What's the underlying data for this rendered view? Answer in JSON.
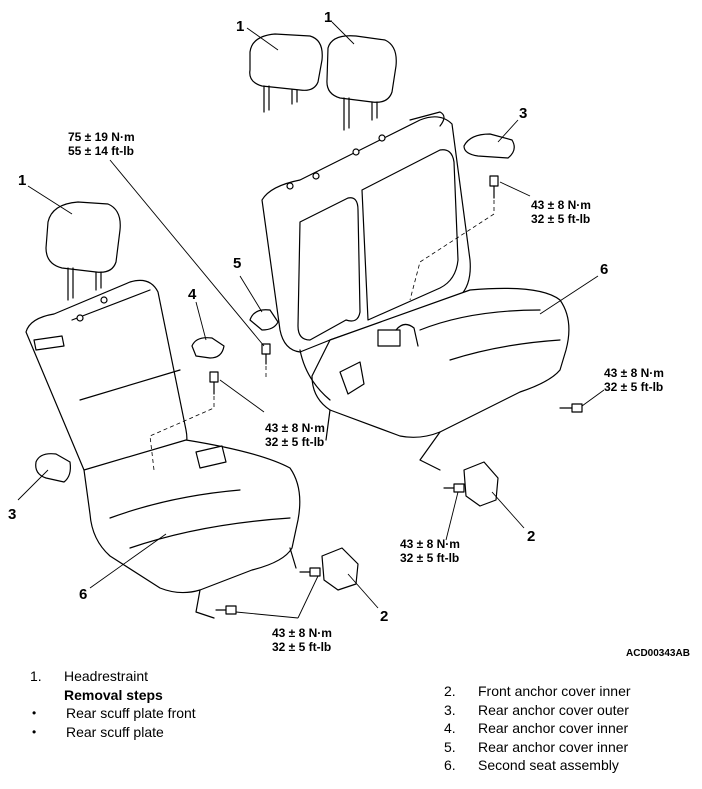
{
  "diagram": {
    "callouts": {
      "c1_top_left": "1",
      "c1_top_right": "1",
      "c1_left": "1",
      "c3_top": "3",
      "c3_left": "3",
      "c4": "4",
      "c5": "5",
      "c6_right": "6",
      "c6_left": "6",
      "c2_mid": "2",
      "c2_bottom": "2"
    },
    "torques": {
      "top_bolt": [
        "75 ± 19 N·m",
        "55 ± 14 ft-lb"
      ],
      "right_upper": [
        "43 ± 8 N·m",
        "32 ± 5 ft-lb"
      ],
      "right_lower": [
        "43 ± 8 N·m",
        "32 ± 5 ft-lb"
      ],
      "left_mid": [
        "43 ± 8 N·m",
        "32 ± 5 ft-lb"
      ],
      "center_mid": [
        "43 ± 8 N·m",
        "32 ± 5 ft-lb"
      ],
      "bottom": [
        "43 ± 8 N·m",
        "32 ± 5 ft-lb"
      ]
    },
    "code": "ACD00343AB"
  },
  "legend": {
    "left": [
      {
        "mark": "1.",
        "text": "Headrestraint",
        "bold": false
      },
      {
        "mark": "",
        "text": "Removal steps",
        "bold": true
      },
      {
        "mark": "•",
        "text": "Rear scuff plate front",
        "bold": false
      },
      {
        "mark": "•",
        "text": "Rear scuff plate",
        "bold": false
      }
    ],
    "right": [
      {
        "mark": "2.",
        "text": "Front anchor cover inner"
      },
      {
        "mark": "3.",
        "text": "Rear anchor cover outer"
      },
      {
        "mark": "4.",
        "text": "Rear anchor cover inner"
      },
      {
        "mark": "5.",
        "text": "Rear anchor cover inner"
      },
      {
        "mark": "6.",
        "text": "Second seat assembly"
      }
    ]
  }
}
